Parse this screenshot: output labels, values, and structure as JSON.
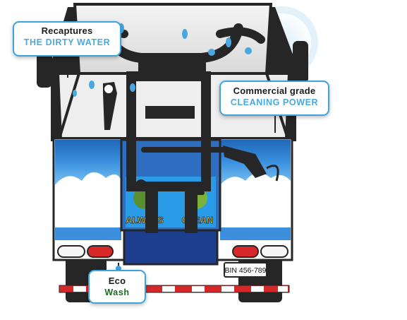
{
  "callouts": {
    "recaptures": {
      "line1": "Recaptures",
      "line2": "THE DIRTY WATER"
    },
    "commercial": {
      "line1": "Commercial grade",
      "line2": "CLEANING POWER"
    },
    "eco": {
      "line1": "Eco",
      "line2": "Wash"
    }
  },
  "truck": {
    "plate": "BIN 456-789",
    "logo_left": "ALWAYS",
    "logo_right": "CLEAN"
  },
  "colors": {
    "accent_blue": "#3da3e0",
    "highlight_blue": "#4aa8e0",
    "eco_green": "#1f6b24",
    "truck_blue": "#2f7fd0",
    "dark": "#262626",
    "hitch_red": "#d62828"
  }
}
